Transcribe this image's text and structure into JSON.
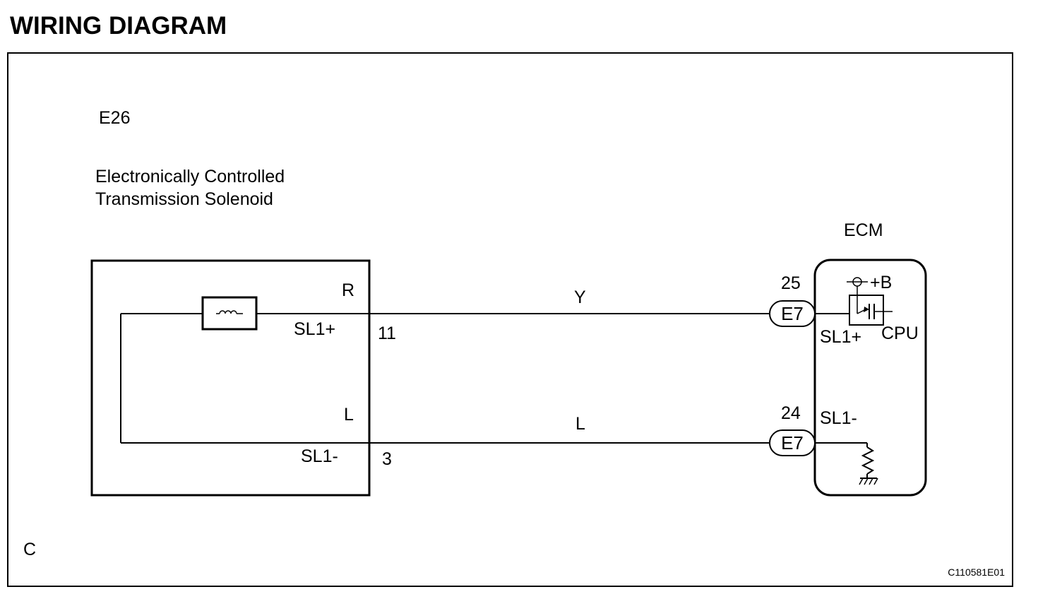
{
  "page_title": "WIRING DIAGRAM",
  "figure_tag": "C",
  "figure_code": "C110581E01",
  "solenoid": {
    "connector": "E26",
    "name_line1": "Electronically Controlled",
    "name_line2": "Transmission Solenoid",
    "top_wire_color_code": "R",
    "bottom_wire_color_code": "L",
    "terminal_top_label": "SL1+",
    "terminal_bottom_label": "SL1-",
    "pin_top": "11",
    "pin_bottom": "3"
  },
  "wires": {
    "top_color": "Y",
    "bottom_color": "L"
  },
  "ecm": {
    "title": "ECM",
    "plug_top": "E7",
    "plug_bottom": "E7",
    "pin_top": "25",
    "pin_bottom": "24",
    "terminal_top_label": "SL1+",
    "terminal_bottom_label": "SL1-",
    "supply_label": "+B",
    "cpu_label": "CPU"
  },
  "icons": {
    "coil": "solenoid-coil-icon",
    "transistor": "transistor-icon",
    "resistor": "resistor-icon",
    "ground": "ground-icon"
  }
}
